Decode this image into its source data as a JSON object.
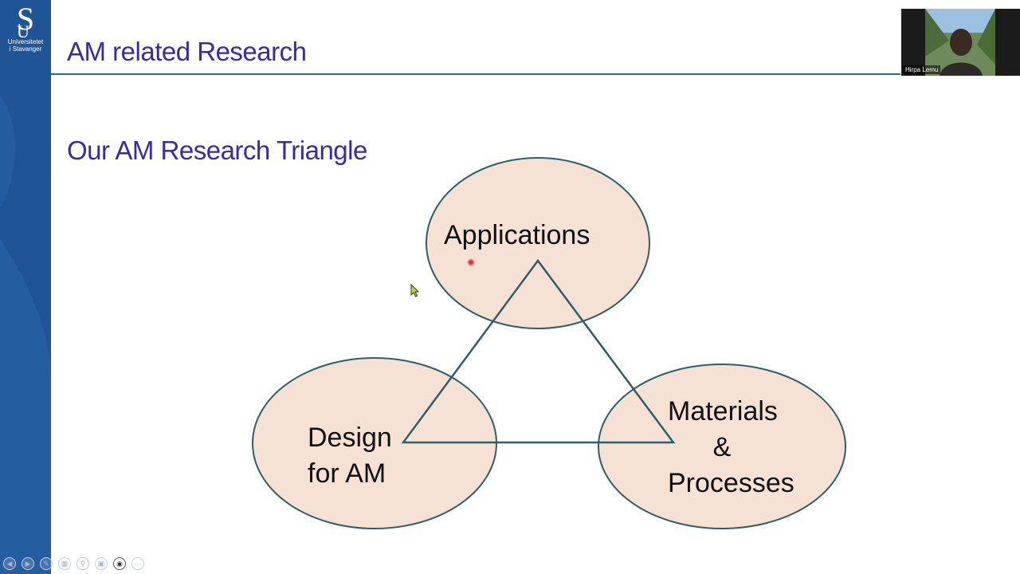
{
  "logo": {
    "name": "Universitetet",
    "subname": "i Stavanger"
  },
  "slide": {
    "title": "AM related Research",
    "subtitle": "Our AM Research Triangle"
  },
  "diagram": {
    "nodes": [
      {
        "id": "applications",
        "label": "Applications"
      },
      {
        "id": "design",
        "label": "Design\nfor AM"
      },
      {
        "id": "materials",
        "label": "Materials\n      &\nProcesses"
      }
    ],
    "ellipse_fill": "#f5e2d4",
    "stroke_color": "#2f5e66"
  },
  "video": {
    "participant_name": "Hirpa Lemu"
  },
  "toolbar": {
    "buttons": [
      {
        "icon": "previous-icon"
      },
      {
        "icon": "next-icon"
      },
      {
        "icon": "pen-icon"
      },
      {
        "icon": "slides-grid-icon"
      },
      {
        "icon": "zoom-icon"
      },
      {
        "icon": "subtitles-icon"
      },
      {
        "icon": "camera-icon"
      },
      {
        "icon": "more-icon"
      }
    ]
  },
  "colors": {
    "brand": "#1f5597",
    "title": "#3a2aa6",
    "rule": "#2f6a7a",
    "laser": "#e0303a"
  }
}
